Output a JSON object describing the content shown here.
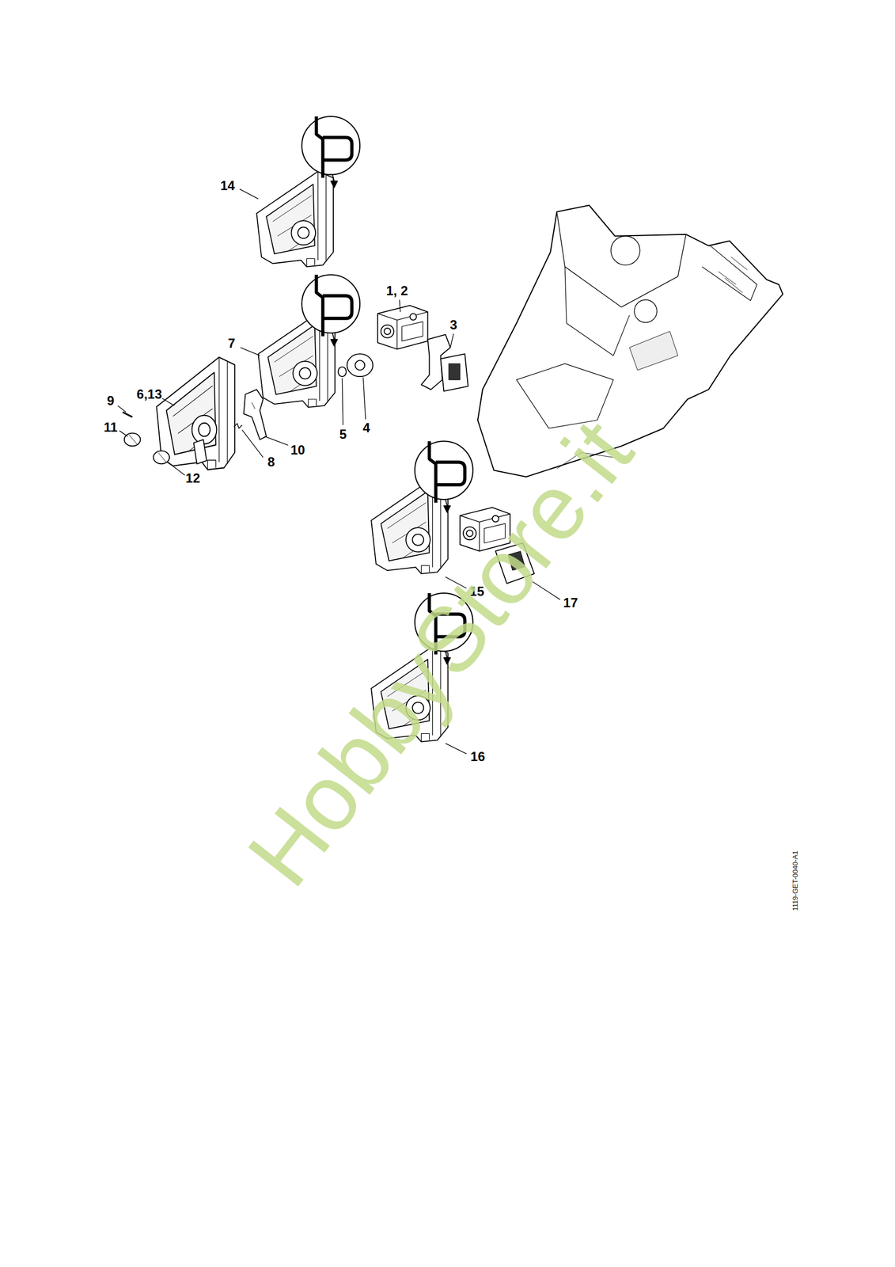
{
  "diagram": {
    "labels": [
      "14",
      "1, 2",
      "3",
      "7",
      "6,13",
      "9",
      "11",
      "5",
      "4",
      "10",
      "8",
      "12",
      "15",
      "17",
      "16",
      "HobbyStore.it",
      "1119-GET-0040-A1"
    ]
  }
}
